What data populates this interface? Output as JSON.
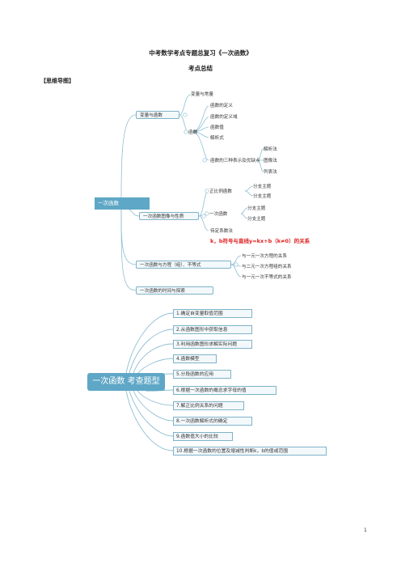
{
  "header": {
    "title": "中考数学考点专题总复习《一次函数》",
    "subtitle": "考点总结",
    "section": "【思维导图】"
  },
  "mindmap1": {
    "root": "一次函数",
    "branches": [
      {
        "label": "变量与函数"
      },
      {
        "label": "一次函数图像与性质"
      },
      {
        "label": "一次函数与方程（组）、不等式"
      },
      {
        "label": "一次函数的时间与探索"
      }
    ],
    "var_const": "变量与常量",
    "func": "函数",
    "func_items": [
      "函数的定义",
      "函数的定义域",
      "函数值",
      "解析式"
    ],
    "three_repr": "函数的三种表示及优缺点",
    "repr_items": [
      "解析法",
      "图像法",
      "列表法"
    ],
    "direct": "正比例函数",
    "direct_items": [
      "分支主题",
      "分支主题"
    ],
    "linear": "一次函数",
    "linear_items": [
      "分支主题",
      "分支主题"
    ],
    "undetermined": "待定系数法",
    "kb_note": "k，b符号与直线y=kx+b（k≠0）的关系",
    "eq_items": [
      "与一元一次方程的关系",
      "与二元一次方程组的关系",
      "与一元一次不等式的关系"
    ]
  },
  "mindmap2": {
    "root": "一次函数 考查题型",
    "items": [
      "1.确定自变量取值范围",
      "2.从函数图形中获取信息",
      "3.利用函数图形求解实际问题",
      "4.函数模型",
      "5.分段函数的应用",
      "6.根据一次函数的概念求字母的值",
      "7.解正比例关系的问题",
      "8.一次函数解析式的确定",
      "9.函数值大小的比较",
      "10.根据一次函数的位置及增减性判断k，b的值或范围"
    ]
  },
  "footer": {
    "page": "1"
  },
  "colors": {
    "accent": "#5fa7c6",
    "branch_line": "#7fb3c9",
    "red": "#e02020"
  }
}
